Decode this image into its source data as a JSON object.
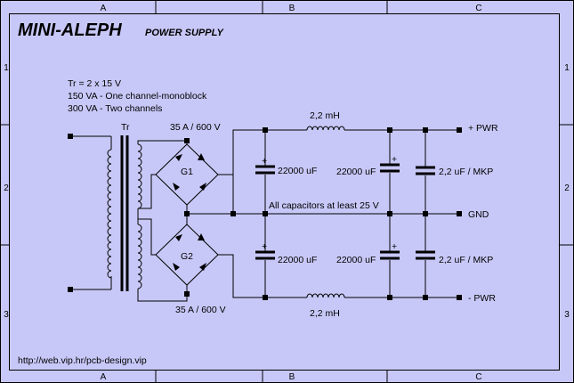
{
  "title": {
    "main": "MINI-ALEPH",
    "sub": "POWER SUPPLY"
  },
  "frame": {
    "columns": [
      "A",
      "B",
      "C"
    ],
    "rows": [
      "1",
      "2",
      "3"
    ]
  },
  "notes": [
    "Tr = 2 x 15 V",
    "150 VA - One channel-monoblock",
    "300 VA - Two channels"
  ],
  "transformer_label": "Tr",
  "bridge_top": {
    "name": "G1",
    "rating": "35 A / 600 V"
  },
  "bridge_bottom": {
    "name": "G2",
    "rating": "35 A / 600 V"
  },
  "inductor_top": "2,2 mH",
  "inductor_bottom": "2,2 mH",
  "cap_top_1": "22000 uF",
  "cap_top_2": "22000 uF",
  "cap_top_3": "2,2 uF / MKP",
  "cap_bottom_1": "22000 uF",
  "cap_bottom_2": "22000 uF",
  "cap_bottom_3": "2,2 uF / MKP",
  "cap_note": "All capacitors at least 25 V",
  "plus_sign": "+",
  "out_plus": "+ PWR",
  "out_gnd": "GND",
  "out_minus": "- PWR",
  "footer_url": "http://web.vip.hr/pcb-design.vip",
  "colors": {
    "background": "#c8c8f8",
    "ink": "#000000"
  }
}
